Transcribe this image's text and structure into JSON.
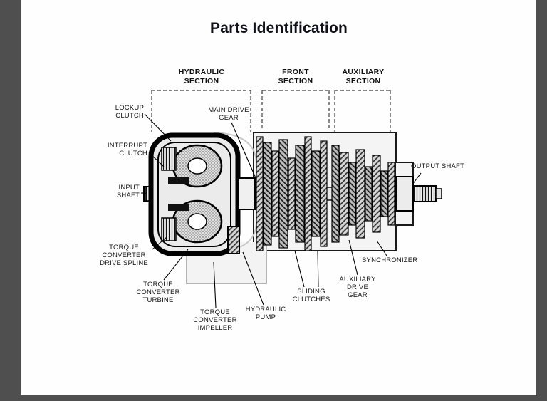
{
  "page": {
    "title": "Parts Identification"
  },
  "sections": [
    {
      "name": "hydraulic-section",
      "label": "HYDRAULIC\nSECTION"
    },
    {
      "name": "front-section",
      "label": "FRONT\nSECTION"
    },
    {
      "name": "auxiliary-section",
      "label": "AUXILIARY\nSECTION"
    }
  ],
  "labels": [
    {
      "name": "lockup-clutch",
      "text": "LOCKUP\nCLUTCH"
    },
    {
      "name": "interrupt-clutch",
      "text": "INTERRUPT\nCLUTCH"
    },
    {
      "name": "main-drive-gear",
      "text": "MAIN DRIVE\nGEAR"
    },
    {
      "name": "input-shaft",
      "text": "INPUT\nSHAFT"
    },
    {
      "name": "torque-converter-drive-spline",
      "text": "TORQUE\nCONVERTER\nDRIVE SPLINE"
    },
    {
      "name": "torque-converter-turbine",
      "text": "TORQUE\nCONVERTER\nTURBINE"
    },
    {
      "name": "torque-converter-impeller",
      "text": "TORQUE\nCONVERTER\nIMPELLER"
    },
    {
      "name": "hydraulic-pump",
      "text": "HYDRAULIC\nPUMP"
    },
    {
      "name": "sliding-clutches",
      "text": "SLIDING\nCLUTCHES"
    },
    {
      "name": "auxiliary-drive-gear",
      "text": "AUXILIARY\nDRIVE\nGEAR"
    },
    {
      "name": "synchronizer",
      "text": "SYNCHRONIZER"
    },
    {
      "name": "output-shaft",
      "text": "OUTPUT SHAFT"
    }
  ],
  "colors": {
    "frame": "#4f4f4f",
    "page": "#fefefe",
    "ink": "#000000",
    "title": "#10101a"
  }
}
